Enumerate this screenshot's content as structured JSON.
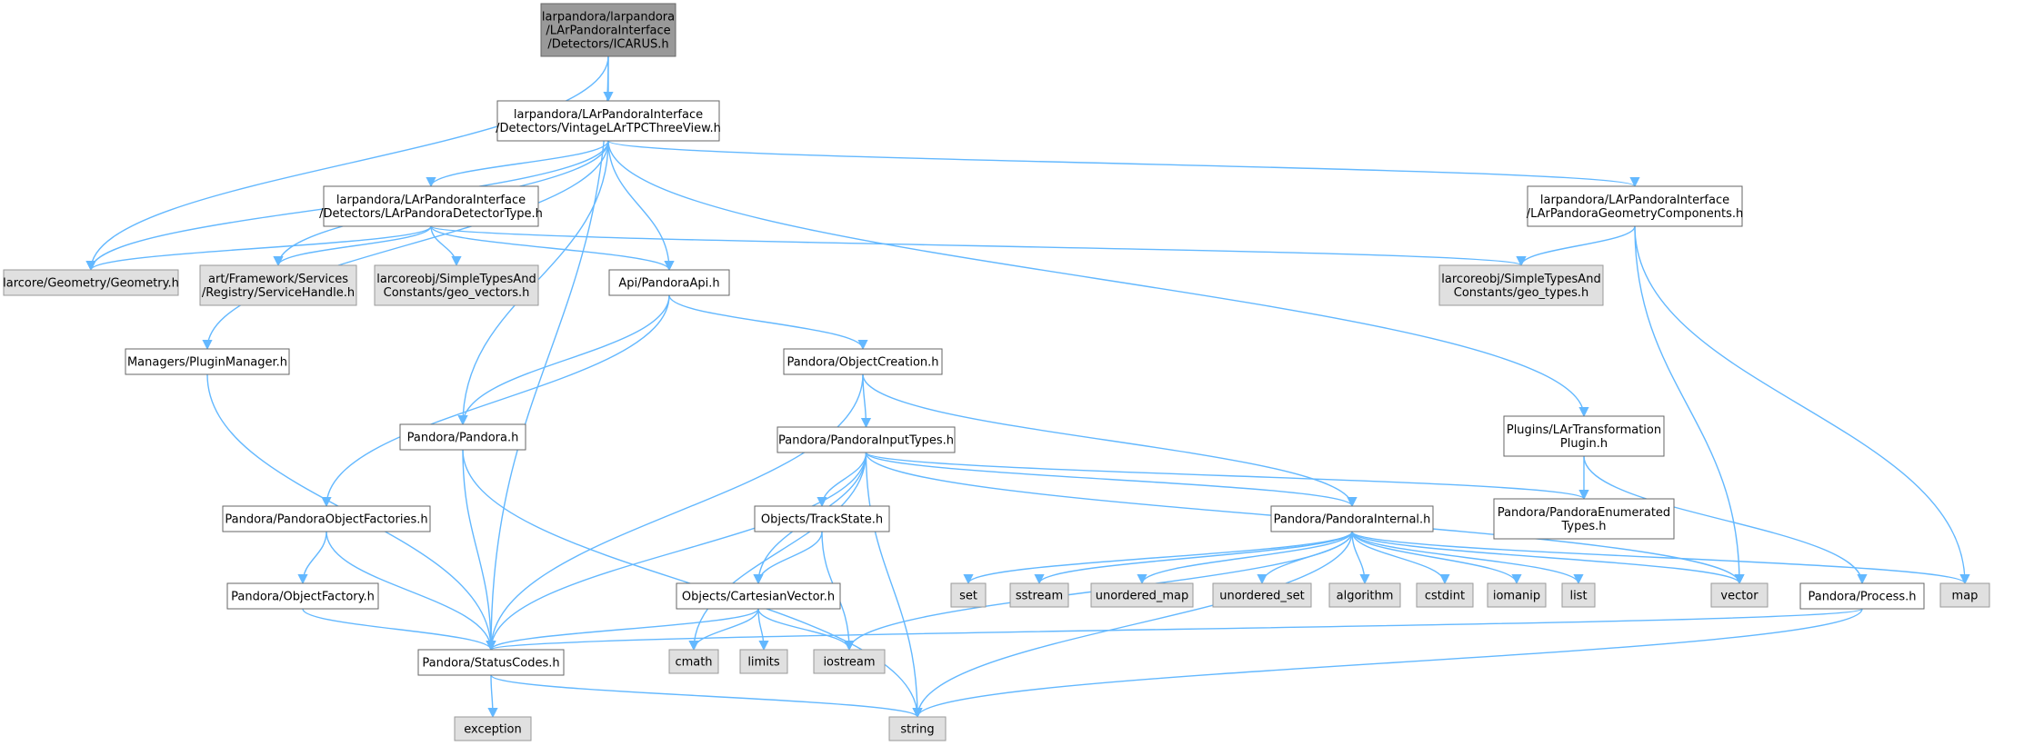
{
  "nodes": [
    {
      "id": "icarus",
      "kind": "root",
      "lines": [
        "larpandora/larpandora",
        "/LArPandoraInterface",
        "/Detectors/ICARUS.h"
      ]
    },
    {
      "id": "vintage",
      "kind": "internal",
      "lines": [
        "larpandora/LArPandoraInterface",
        "/Detectors/VintageLArTPCThreeView.h"
      ]
    },
    {
      "id": "geometry",
      "kind": "external",
      "lines": [
        "larcore/Geometry/Geometry.h"
      ]
    },
    {
      "id": "detectortype",
      "kind": "internal",
      "lines": [
        "larpandora/LArPandoraInterface",
        "/Detectors/LArPandoraDetectorType.h"
      ]
    },
    {
      "id": "servicehandle",
      "kind": "external",
      "lines": [
        "art/Framework/Services",
        "/Registry/ServiceHandle.h"
      ]
    },
    {
      "id": "geovectors",
      "kind": "external",
      "lines": [
        "larcoreobj/SimpleTypesAnd",
        "Constants/geo_vectors.h"
      ]
    },
    {
      "id": "pandoraapi",
      "kind": "internal",
      "lines": [
        "Api/PandoraApi.h"
      ]
    },
    {
      "id": "geomcomponents",
      "kind": "internal",
      "lines": [
        "larpandora/LArPandoraInterface",
        "/LArPandoraGeometryComponents.h"
      ]
    },
    {
      "id": "geotypes",
      "kind": "external",
      "lines": [
        "larcoreobj/SimpleTypesAnd",
        "Constants/geo_types.h"
      ]
    },
    {
      "id": "pluginmanager",
      "kind": "internal",
      "lines": [
        "Managers/PluginManager.h"
      ]
    },
    {
      "id": "objectcreation",
      "kind": "internal",
      "lines": [
        "Pandora/ObjectCreation.h"
      ]
    },
    {
      "id": "pandora",
      "kind": "internal",
      "lines": [
        "Pandora/Pandora.h"
      ]
    },
    {
      "id": "inputtypes",
      "kind": "internal",
      "lines": [
        "Pandora/PandoraInputTypes.h"
      ]
    },
    {
      "id": "transformplugin",
      "kind": "internal",
      "lines": [
        "Plugins/LArTransformation",
        "Plugin.h"
      ]
    },
    {
      "id": "objectfactories",
      "kind": "internal",
      "lines": [
        "Pandora/PandoraObjectFactories.h"
      ]
    },
    {
      "id": "trackstate",
      "kind": "internal",
      "lines": [
        "Objects/TrackState.h"
      ]
    },
    {
      "id": "pandorainternal",
      "kind": "internal",
      "lines": [
        "Pandora/PandoraInternal.h"
      ]
    },
    {
      "id": "enumeratedtypes",
      "kind": "internal",
      "lines": [
        "Pandora/PandoraEnumerated",
        "Types.h"
      ]
    },
    {
      "id": "objectfactory",
      "kind": "internal",
      "lines": [
        "Pandora/ObjectFactory.h"
      ]
    },
    {
      "id": "cartesianvector",
      "kind": "internal",
      "lines": [
        "Objects/CartesianVector.h"
      ]
    },
    {
      "id": "set",
      "kind": "external",
      "lines": [
        "set"
      ]
    },
    {
      "id": "sstream",
      "kind": "external",
      "lines": [
        "sstream"
      ]
    },
    {
      "id": "unordered_map",
      "kind": "external",
      "lines": [
        "unordered_map"
      ]
    },
    {
      "id": "unordered_set",
      "kind": "external",
      "lines": [
        "unordered_set"
      ]
    },
    {
      "id": "algorithm",
      "kind": "external",
      "lines": [
        "algorithm"
      ]
    },
    {
      "id": "cstdint",
      "kind": "external",
      "lines": [
        "cstdint"
      ]
    },
    {
      "id": "iomanip",
      "kind": "external",
      "lines": [
        "iomanip"
      ]
    },
    {
      "id": "list",
      "kind": "external",
      "lines": [
        "list"
      ]
    },
    {
      "id": "vector",
      "kind": "external",
      "lines": [
        "vector"
      ]
    },
    {
      "id": "process",
      "kind": "internal",
      "lines": [
        "Pandora/Process.h"
      ]
    },
    {
      "id": "map",
      "kind": "external",
      "lines": [
        "map"
      ]
    },
    {
      "id": "statuscodes",
      "kind": "internal",
      "lines": [
        "Pandora/StatusCodes.h"
      ]
    },
    {
      "id": "cmath",
      "kind": "external",
      "lines": [
        "cmath"
      ]
    },
    {
      "id": "limits",
      "kind": "external",
      "lines": [
        "limits"
      ]
    },
    {
      "id": "iostream",
      "kind": "external",
      "lines": [
        "iostream"
      ]
    },
    {
      "id": "exception",
      "kind": "external",
      "lines": [
        "exception"
      ]
    },
    {
      "id": "string",
      "kind": "external",
      "lines": [
        "string"
      ]
    }
  ],
  "edges": [
    {
      "from": "icarus",
      "to": "vintage"
    },
    {
      "from": "icarus",
      "to": "geometry"
    },
    {
      "from": "icarus",
      "to": "statuscodes"
    },
    {
      "from": "vintage",
      "to": "geometry"
    },
    {
      "from": "vintage",
      "to": "detectortype"
    },
    {
      "from": "vintage",
      "to": "servicehandle"
    },
    {
      "from": "vintage",
      "to": "pandoraapi"
    },
    {
      "from": "vintage",
      "to": "pluginmanager"
    },
    {
      "from": "vintage",
      "to": "pandora"
    },
    {
      "from": "vintage",
      "to": "geomcomponents"
    },
    {
      "from": "vintage",
      "to": "transformplugin"
    },
    {
      "from": "detectortype",
      "to": "geometry"
    },
    {
      "from": "detectortype",
      "to": "servicehandle"
    },
    {
      "from": "detectortype",
      "to": "geovectors"
    },
    {
      "from": "detectortype",
      "to": "pandoraapi"
    },
    {
      "from": "detectortype",
      "to": "geotypes"
    },
    {
      "from": "geomcomponents",
      "to": "geotypes"
    },
    {
      "from": "geomcomponents",
      "to": "vector"
    },
    {
      "from": "geomcomponents",
      "to": "map"
    },
    {
      "from": "pandoraapi",
      "to": "objectcreation"
    },
    {
      "from": "pandoraapi",
      "to": "pandora"
    },
    {
      "from": "pandoraapi",
      "to": "objectfactories"
    },
    {
      "from": "pluginmanager",
      "to": "statuscodes"
    },
    {
      "from": "objectcreation",
      "to": "inputtypes"
    },
    {
      "from": "objectcreation",
      "to": "pandorainternal"
    },
    {
      "from": "objectcreation",
      "to": "statuscodes"
    },
    {
      "from": "pandora",
      "to": "statuscodes"
    },
    {
      "from": "pandora",
      "to": "string"
    },
    {
      "from": "transformplugin",
      "to": "enumeratedtypes"
    },
    {
      "from": "transformplugin",
      "to": "process"
    },
    {
      "from": "objectfactories",
      "to": "objectfactory"
    },
    {
      "from": "objectfactories",
      "to": "statuscodes"
    },
    {
      "from": "objectfactory",
      "to": "statuscodes"
    },
    {
      "from": "inputtypes",
      "to": "trackstate"
    },
    {
      "from": "inputtypes",
      "to": "cartesianvector"
    },
    {
      "from": "inputtypes",
      "to": "pandorainternal"
    },
    {
      "from": "inputtypes",
      "to": "enumeratedtypes"
    },
    {
      "from": "inputtypes",
      "to": "statuscodes"
    },
    {
      "from": "inputtypes",
      "to": "cmath"
    },
    {
      "from": "inputtypes",
      "to": "string"
    },
    {
      "from": "inputtypes",
      "to": "vector"
    },
    {
      "from": "trackstate",
      "to": "cartesianvector"
    },
    {
      "from": "trackstate",
      "to": "iostream"
    },
    {
      "from": "cartesianvector",
      "to": "statuscodes"
    },
    {
      "from": "cartesianvector",
      "to": "cmath"
    },
    {
      "from": "cartesianvector",
      "to": "limits"
    },
    {
      "from": "cartesianvector",
      "to": "iostream"
    },
    {
      "from": "pandorainternal",
      "to": "set"
    },
    {
      "from": "pandorainternal",
      "to": "sstream"
    },
    {
      "from": "pandorainternal",
      "to": "unordered_map"
    },
    {
      "from": "pandorainternal",
      "to": "unordered_set"
    },
    {
      "from": "pandorainternal",
      "to": "algorithm"
    },
    {
      "from": "pandorainternal",
      "to": "cstdint"
    },
    {
      "from": "pandorainternal",
      "to": "iomanip"
    },
    {
      "from": "pandorainternal",
      "to": "list"
    },
    {
      "from": "pandorainternal",
      "to": "vector"
    },
    {
      "from": "pandorainternal",
      "to": "map"
    },
    {
      "from": "pandorainternal",
      "to": "iostream"
    },
    {
      "from": "pandorainternal",
      "to": "string"
    },
    {
      "from": "process",
      "to": "statuscodes"
    },
    {
      "from": "process",
      "to": "string"
    },
    {
      "from": "statuscodes",
      "to": "exception"
    },
    {
      "from": "statuscodes",
      "to": "string"
    }
  ],
  "colors": {
    "edge": "#63b8ff",
    "root_fill": "#999999",
    "internal_fill": "#ffffff",
    "external_fill": "#e0e0e0",
    "internal_border": "#666666",
    "external_border": "#999999"
  }
}
